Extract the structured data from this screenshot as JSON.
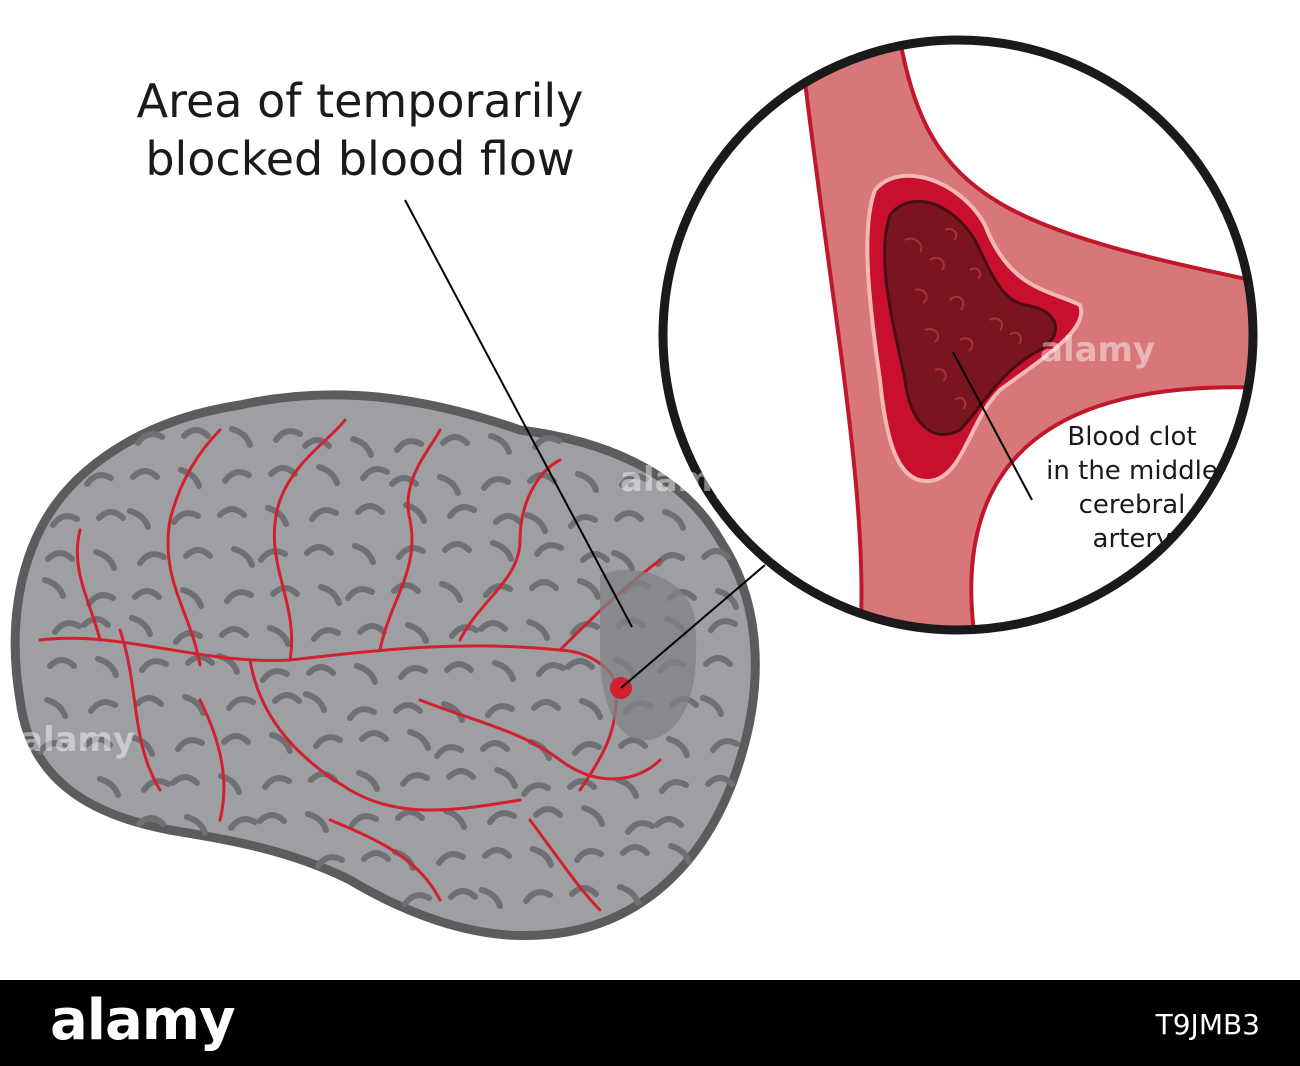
{
  "labels": {
    "main_line1": "Area of temporarily",
    "main_line2": "blocked blood flow",
    "clot_line1": "Blood clot",
    "clot_line2": "in the middle",
    "clot_line3": "cerebral",
    "clot_line4": "artery"
  },
  "watermark": "alamy",
  "footer": {
    "logo": "alamy",
    "stock_id": "T9JMB3"
  },
  "colors": {
    "brain_fill": "#9d9fa2",
    "brain_outline": "#5b5c5e",
    "gyri": "#6e7073",
    "vessel": "#d2202f",
    "artery_outer": "#d7777a",
    "artery_wall": "#c0182a",
    "blood": "#c8102e",
    "clot": "#7a1520",
    "affected_area": "#808285",
    "leader": "#000000"
  }
}
